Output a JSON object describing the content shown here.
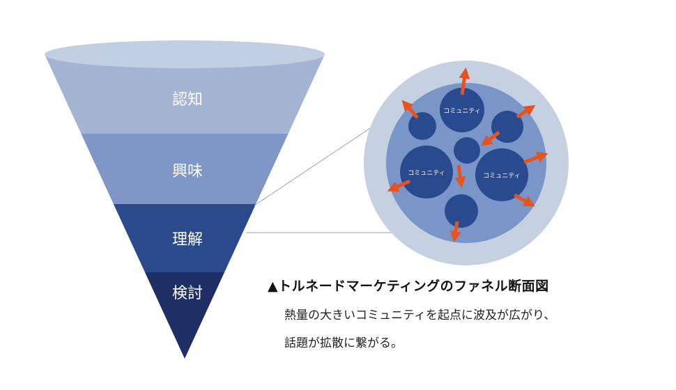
{
  "funnel": {
    "stages": [
      {
        "label": "認知",
        "color": "#a3b5d3"
      },
      {
        "label": "興味",
        "color": "#7f96c6"
      },
      {
        "label": "理解",
        "color": "#2b4a8c"
      },
      {
        "label": "検討",
        "color": "#1e2f66"
      }
    ],
    "rim_color": "#c2cee2"
  },
  "cross_section": {
    "outer_color": "#c5d0e1",
    "inner_color": "#7a95c7",
    "community_color": "#2a4a8f",
    "arrow_color": "#e8521c",
    "community_label": "コミュニティ"
  },
  "caption": {
    "title": "▲トルネードマーケティングのファネル断面図",
    "line1": "熱量の大きいコミュニティを起点に波及が広がり、",
    "line2": "話題が拡散に繋がる。"
  }
}
